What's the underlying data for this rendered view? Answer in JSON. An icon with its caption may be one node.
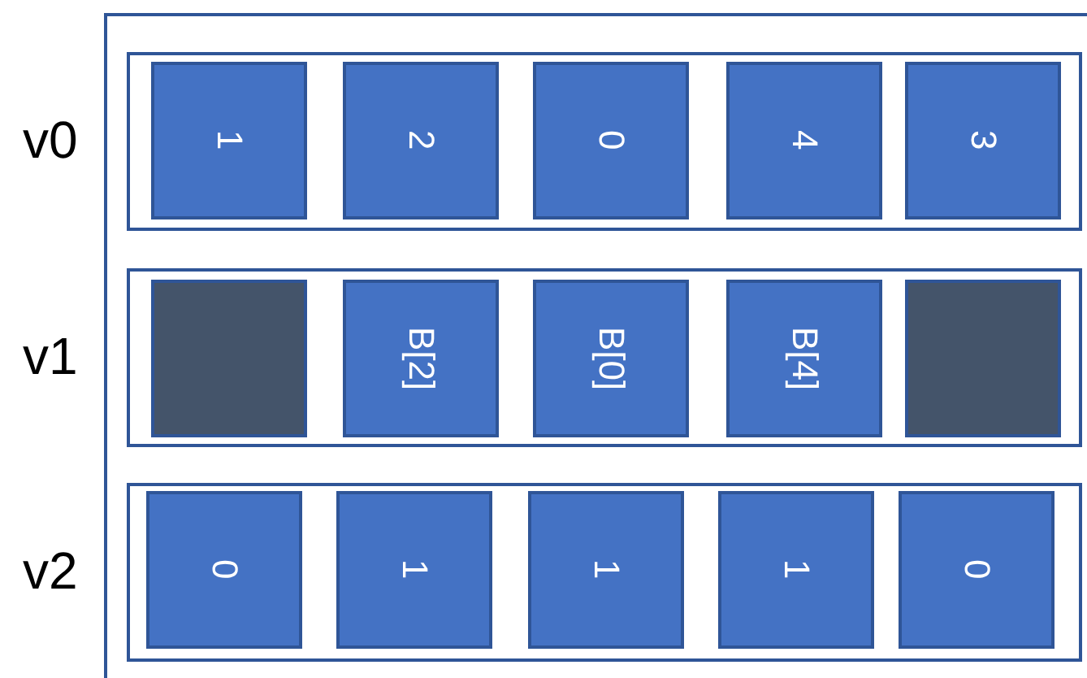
{
  "diagram": {
    "nodes": [
      {
        "text": [],
        "shape": "box"
      },
      {
        "text": [
          "v0"
        ],
        "in": 0
      },
      {
        "text": [
          "1"
        ],
        "in": 1
      },
      {
        "text": [
          "2"
        ],
        "in": 1
      },
      {
        "text": [
          "0"
        ],
        "in": 1
      },
      {
        "text": [
          "4"
        ],
        "in": 1
      },
      {
        "text": [
          "3"
        ],
        "in": 1
      },
      {
        "text": [
          "v1"
        ],
        "in": 0
      },
      {
        "text": [],
        "shape": "box",
        "in": 7
      },
      {
        "text": [
          "B[2]"
        ],
        "in": 7
      },
      {
        "text": [
          "B[0]"
        ],
        "in": 7
      },
      {
        "text": [
          "B[4]"
        ],
        "in": 7
      },
      {
        "text": [],
        "shape": "box",
        "in": 7
      },
      {
        "text": [
          "v2"
        ],
        "in": 0
      },
      {
        "text": [
          "0"
        ],
        "in": 13
      },
      {
        "text": [
          "1"
        ],
        "in": 13
      },
      {
        "text": [
          "1"
        ],
        "in": 13
      },
      {
        "text": [
          "1"
        ],
        "in": 13
      },
      {
        "text": [
          "0"
        ],
        "in": 13
      }
    ],
    "edges": []
  }
}
